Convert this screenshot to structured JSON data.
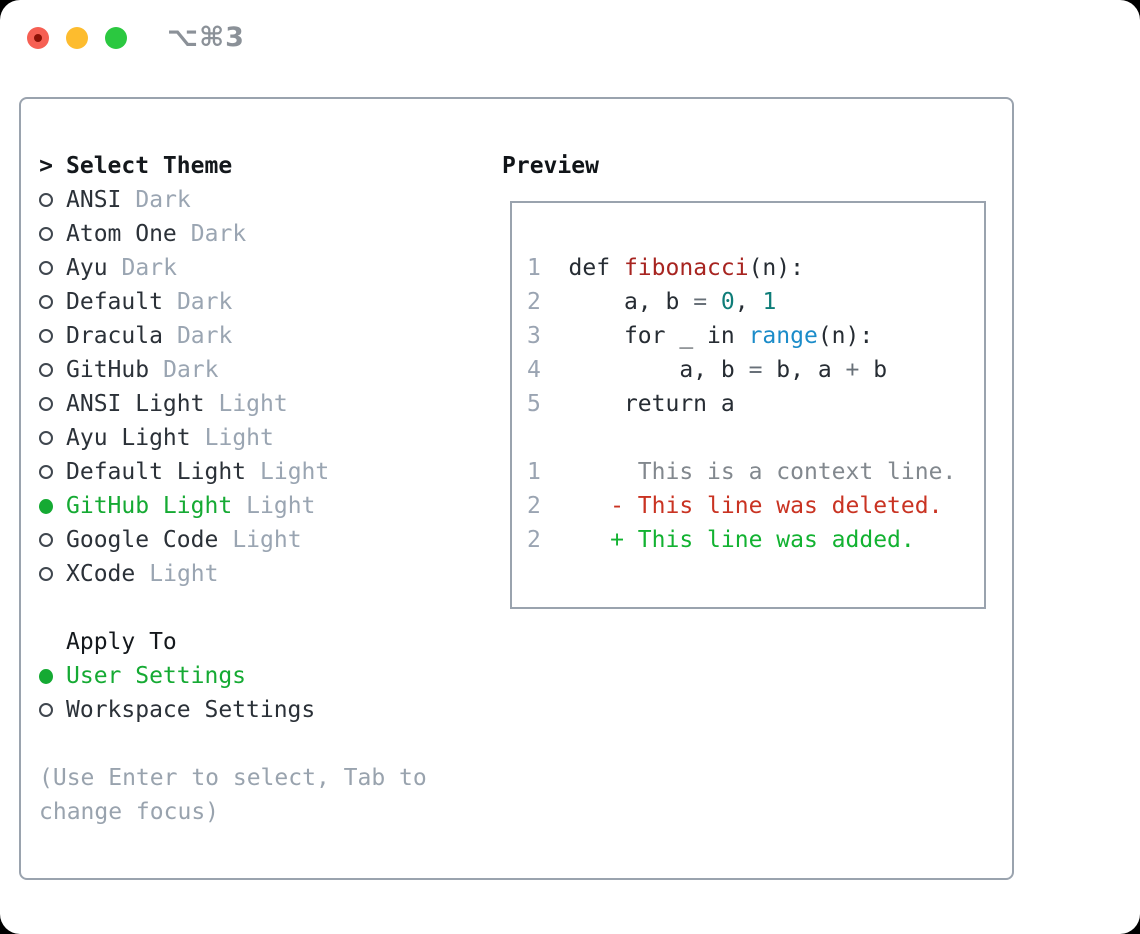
{
  "titlebar": {
    "title": "⌥⌘3",
    "buttons": [
      "close",
      "minimize",
      "maximize"
    ]
  },
  "theme_picker": {
    "header_marker": ">",
    "header": "Select Theme",
    "items": [
      {
        "name": "ANSI",
        "tag": "Dark",
        "selected": false
      },
      {
        "name": "Atom One",
        "tag": "Dark",
        "selected": false
      },
      {
        "name": "Ayu",
        "tag": "Dark",
        "selected": false
      },
      {
        "name": "Default",
        "tag": "Dark",
        "selected": false
      },
      {
        "name": "Dracula",
        "tag": "Dark",
        "selected": false
      },
      {
        "name": "GitHub",
        "tag": "Dark",
        "selected": false
      },
      {
        "name": "ANSI Light",
        "tag": "Light",
        "selected": false
      },
      {
        "name": "Ayu Light",
        "tag": "Light",
        "selected": false
      },
      {
        "name": "Default Light",
        "tag": "Light",
        "selected": false
      },
      {
        "name": "GitHub Light",
        "tag": "Light",
        "selected": true
      },
      {
        "name": "Google Code",
        "tag": "Light",
        "selected": false
      },
      {
        "name": "XCode",
        "tag": "Light",
        "selected": false
      }
    ],
    "apply_header": "Apply To",
    "apply_items": [
      {
        "name": "User Settings",
        "selected": true
      },
      {
        "name": "Workspace Settings",
        "selected": false
      }
    ],
    "help": [
      "(Use Enter to select, Tab to",
      "change focus)"
    ]
  },
  "preview": {
    "title": "Preview",
    "lines": [
      {
        "num": "1",
        "segs": [
          {
            "t": "  def ",
            "c": "p"
          },
          {
            "t": "fibonacci",
            "c": "fn"
          },
          {
            "t": "(n):",
            "c": "p"
          }
        ]
      },
      {
        "num": "2",
        "segs": [
          {
            "t": "      a, b ",
            "c": "p"
          },
          {
            "t": "=",
            "c": "op"
          },
          {
            "t": " ",
            "c": "p"
          },
          {
            "t": "0",
            "c": "nu"
          },
          {
            "t": ", ",
            "c": "p"
          },
          {
            "t": "1",
            "c": "nu"
          }
        ]
      },
      {
        "num": "3",
        "segs": [
          {
            "t": "      for _ in ",
            "c": "p"
          },
          {
            "t": "range",
            "c": "bi"
          },
          {
            "t": "(n):",
            "c": "p"
          }
        ]
      },
      {
        "num": "4",
        "segs": [
          {
            "t": "          a, b ",
            "c": "p"
          },
          {
            "t": "=",
            "c": "op"
          },
          {
            "t": " b, a ",
            "c": "p"
          },
          {
            "t": "+",
            "c": "op"
          },
          {
            "t": " b",
            "c": "p"
          }
        ]
      },
      {
        "num": "5",
        "segs": [
          {
            "t": "      return a",
            "c": "p"
          }
        ]
      },
      {
        "num": "",
        "segs": []
      },
      {
        "num": "1",
        "segs": [
          {
            "t": "       This is a context line.",
            "c": "ct"
          }
        ]
      },
      {
        "num": "2",
        "segs": [
          {
            "t": "     ",
            "c": "p"
          },
          {
            "t": "- This line was deleted.",
            "c": "rm"
          }
        ]
      },
      {
        "num": "2",
        "segs": [
          {
            "t": "     ",
            "c": "p"
          },
          {
            "t": "+ This line was added.",
            "c": "ad"
          }
        ]
      }
    ]
  },
  "colors": {
    "accent_green": "#15aa33",
    "added_green": "#12b231",
    "removed_red": "#c93322",
    "function_red": "#a72420",
    "builtin_blue": "#1b8cc9",
    "number_teal": "#0e7d78",
    "muted_gray": "#9aa5b2",
    "text_dark": "#2b3138",
    "border_gray": "#9aa3ae",
    "traffic_red": "#f65f53",
    "traffic_yellow": "#fdbc2e",
    "traffic_green": "#2bc840"
  }
}
